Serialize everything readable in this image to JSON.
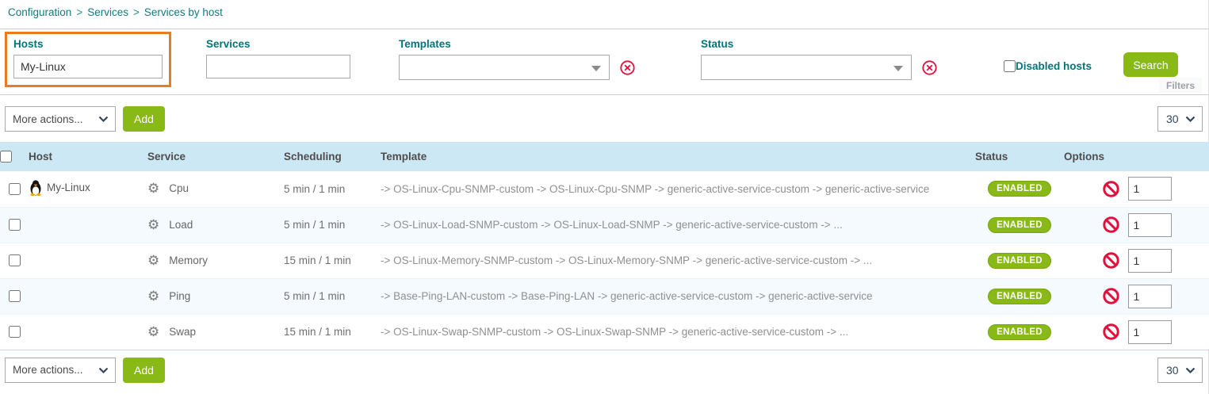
{
  "breadcrumb": {
    "separator": ">",
    "items": [
      "Configuration",
      "Services",
      "Services by host"
    ]
  },
  "filters": {
    "hosts": {
      "label": "Hosts",
      "value": "My-Linux"
    },
    "services": {
      "label": "Services",
      "value": ""
    },
    "templates": {
      "label": "Templates",
      "value": ""
    },
    "status": {
      "label": "Status",
      "value": ""
    },
    "disabled_hosts_label": "Disabled hosts",
    "search_button_label": "Search",
    "panel_tab_label": "Filters"
  },
  "toolbar": {
    "more_actions_label": "More actions...",
    "add_button_label": "Add",
    "page_size_value": "30"
  },
  "table": {
    "headers": {
      "host": "Host",
      "service": "Service",
      "scheduling": "Scheduling",
      "template": "Template",
      "status": "Status",
      "options": "Options"
    },
    "rows": [
      {
        "host": "My-Linux",
        "service": "Cpu",
        "scheduling": "5 min / 1 min",
        "template": "-> OS-Linux-Cpu-SNMP-custom -> OS-Linux-Cpu-SNMP -> generic-active-service-custom -> generic-active-service",
        "status": "ENABLED",
        "options_value": "1"
      },
      {
        "host": "",
        "service": "Load",
        "scheduling": "5 min / 1 min",
        "template": "-> OS-Linux-Load-SNMP-custom -> OS-Linux-Load-SNMP -> generic-active-service-custom -> ...",
        "status": "ENABLED",
        "options_value": "1"
      },
      {
        "host": "",
        "service": "Memory",
        "scheduling": "15 min / 1 min",
        "template": "-> OS-Linux-Memory-SNMP-custom -> OS-Linux-Memory-SNMP -> generic-active-service-custom -> ...",
        "status": "ENABLED",
        "options_value": "1"
      },
      {
        "host": "",
        "service": "Ping",
        "scheduling": "5 min / 1 min",
        "template": "-> Base-Ping-LAN-custom -> Base-Ping-LAN -> generic-active-service-custom -> generic-active-service",
        "status": "ENABLED",
        "options_value": "1"
      },
      {
        "host": "",
        "service": "Swap",
        "scheduling": "15 min / 1 min",
        "template": "-> OS-Linux-Swap-SNMP-custom -> OS-Linux-Swap-SNMP -> generic-active-service-custom -> ...",
        "status": "ENABLED",
        "options_value": "1"
      }
    ]
  },
  "icons": {
    "host_icon": "linux-tux-penguin",
    "service_icon": "gear ⚙",
    "combo_caret_icon": "down-triangle",
    "clear_icon": "red-circle-x",
    "options_icon": "red-no-entry-circle"
  },
  "colors": {
    "accent_green": "#88b917",
    "label_teal": "#00767b",
    "highlight_orange": "#e87c1e",
    "danger_red": "#e2103c",
    "table_header_bg": "#cde8f5",
    "row_alt_bg": "#f4fafd"
  }
}
